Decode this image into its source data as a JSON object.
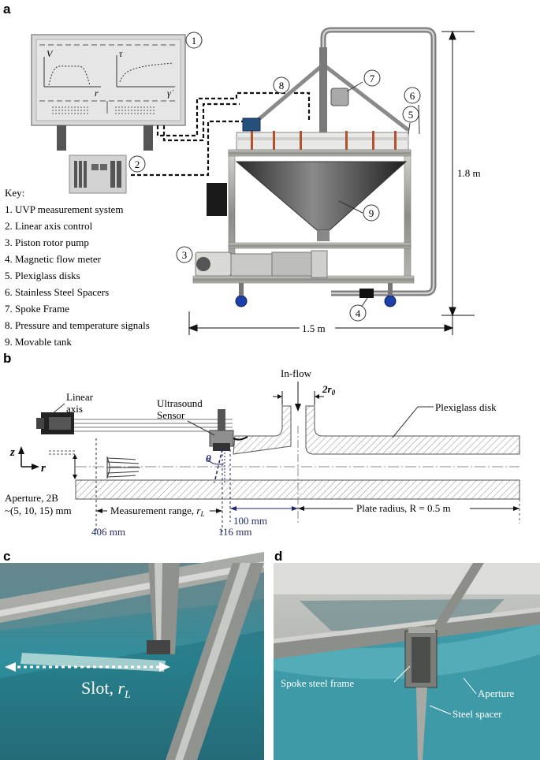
{
  "panels": {
    "a": "a",
    "b": "b",
    "c": "c",
    "d": "d"
  },
  "panel_a": {
    "callouts": [
      "1",
      "2",
      "3",
      "4",
      "5",
      "6",
      "7",
      "8",
      "9"
    ],
    "monitor": {
      "plot1_y": "V",
      "plot1_x": "r",
      "plot2_y": "τ",
      "plot2_x": "γ̇"
    },
    "key_title": "Key:",
    "key_items": [
      "1. UVP measurement system",
      "2. Linear axis control",
      "3. Piston rotor pump",
      "4. Magnetic flow meter",
      "5. Plexiglass disks",
      "6. Stainless Steel Spacers",
      "7. Spoke Frame",
      "8. Pressure and temperature signals",
      "9. Movable tank"
    ],
    "height_dim": "1.8 m",
    "width_dim": "1.5 m"
  },
  "panel_b": {
    "inflow": "In-flow",
    "inlet_dim_coef": "2",
    "inlet_dim_var": "r",
    "inlet_dim_sub": "0",
    "linear_axis_line1": "Linear",
    "linear_axis_line2": "axis",
    "sensor_line1": "Ultrasound",
    "sensor_line2": "Sensor",
    "disk_label": "Plexiglass disk",
    "z_axis": "z",
    "r_axis": "r",
    "theta": "θ",
    "aperture_line1": "Aperture, 2B",
    "aperture_line2": "~(5, 10, 15) mm",
    "measurement_range_text": "Measurement range, ",
    "measurement_range_var": "r",
    "measurement_range_sub": "L",
    "dim_100": "100 mm",
    "plate_radius": "Plate radius, R = 0.5 m",
    "dim_406": "406 mm",
    "dim_116": "116 mm"
  },
  "panel_c": {
    "slot_text": "Slot, ",
    "slot_var": "r",
    "slot_sub": "L"
  },
  "panel_d": {
    "spoke": "Spoke steel frame",
    "aperture": "Aperture",
    "spacer": "Steel spacer"
  }
}
